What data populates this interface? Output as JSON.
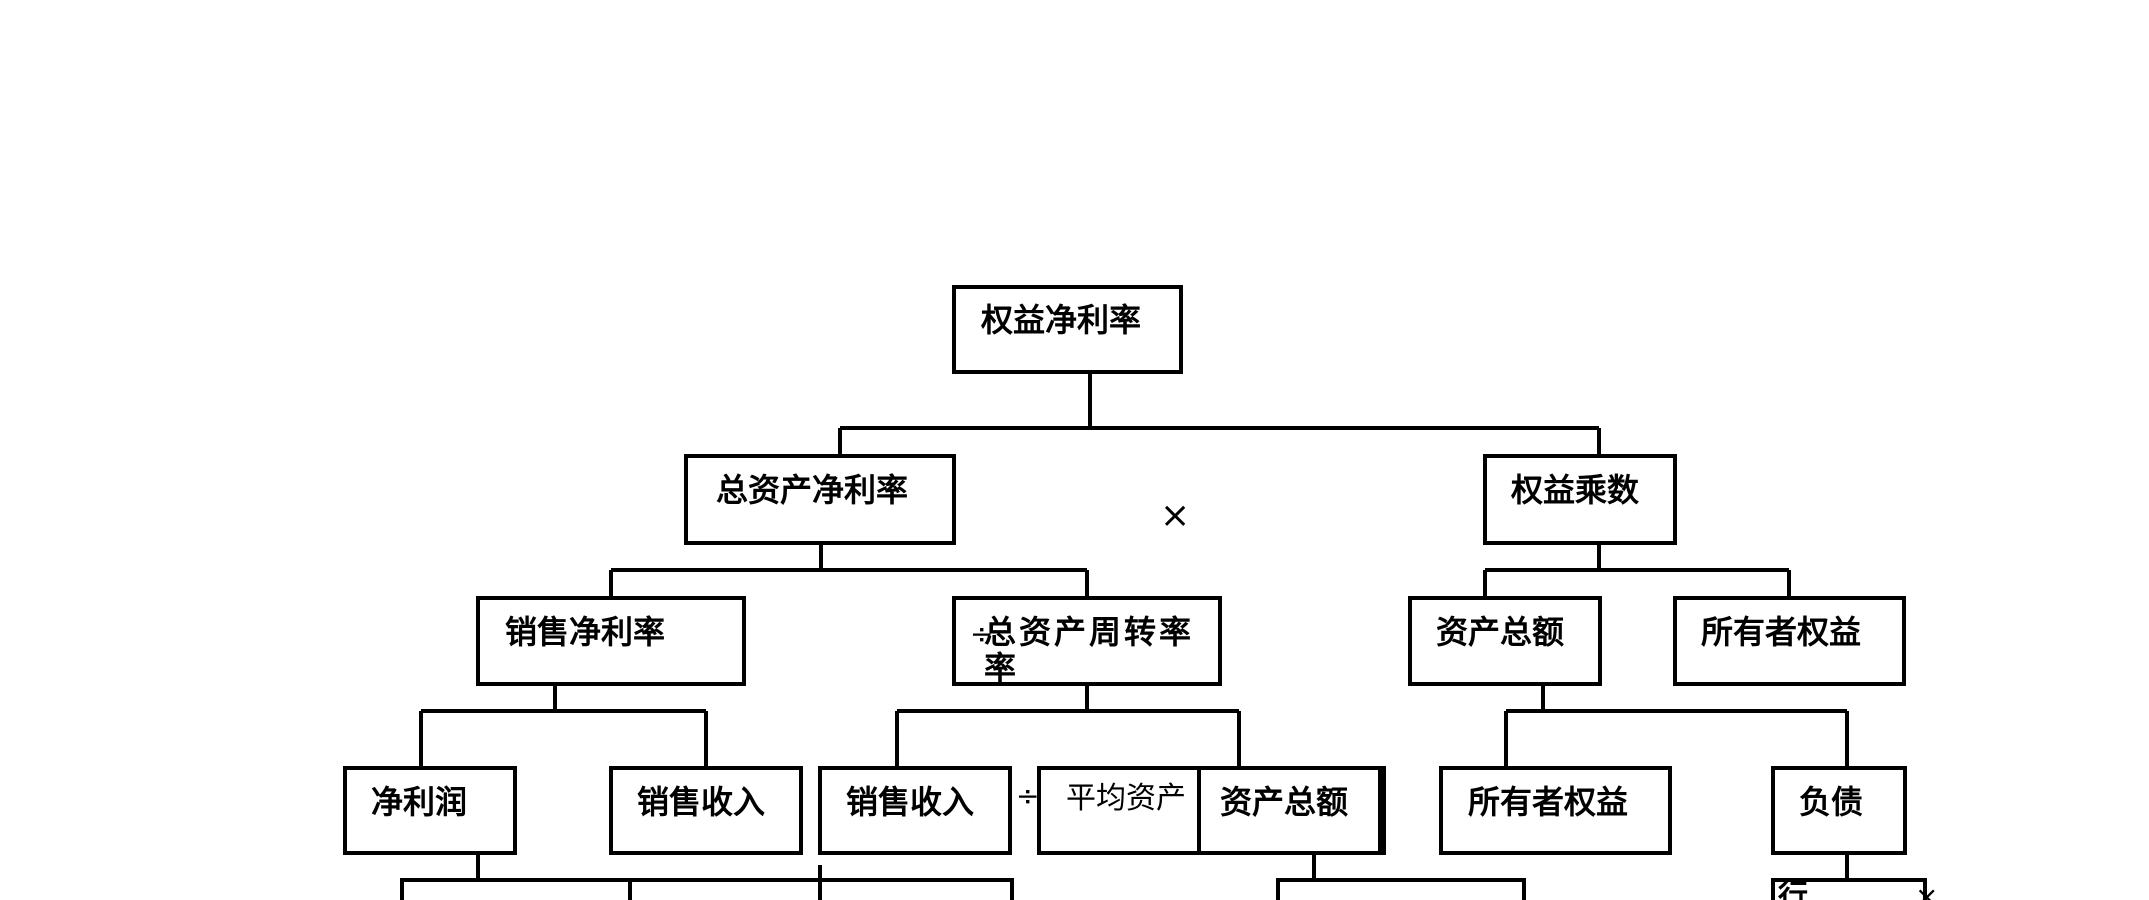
{
  "nodes": {
    "roe": "权益净利率",
    "roa": "总资产净利率",
    "equity_multiplier": "权益乘数",
    "net_profit_margin": "销售净利率",
    "asset_turnover": "总资产周转率",
    "asset_turnover_overlap": "率",
    "total_assets_top": "资产总额",
    "owners_equity_top": "所有者权益",
    "net_profit": "净利润",
    "sales_revenue_a": "销售收入",
    "sales_revenue_b": "销售收入",
    "avg_assets": "平均资产",
    "total_assets_bottom": "资产总额",
    "owners_equity_bottom": "所有者权益",
    "liabilities": "负债",
    "partial_bottom": "行"
  },
  "operators": {
    "multiply": "×",
    "divide_a": "÷",
    "divide_b": "÷",
    "multiply_b": "×"
  }
}
